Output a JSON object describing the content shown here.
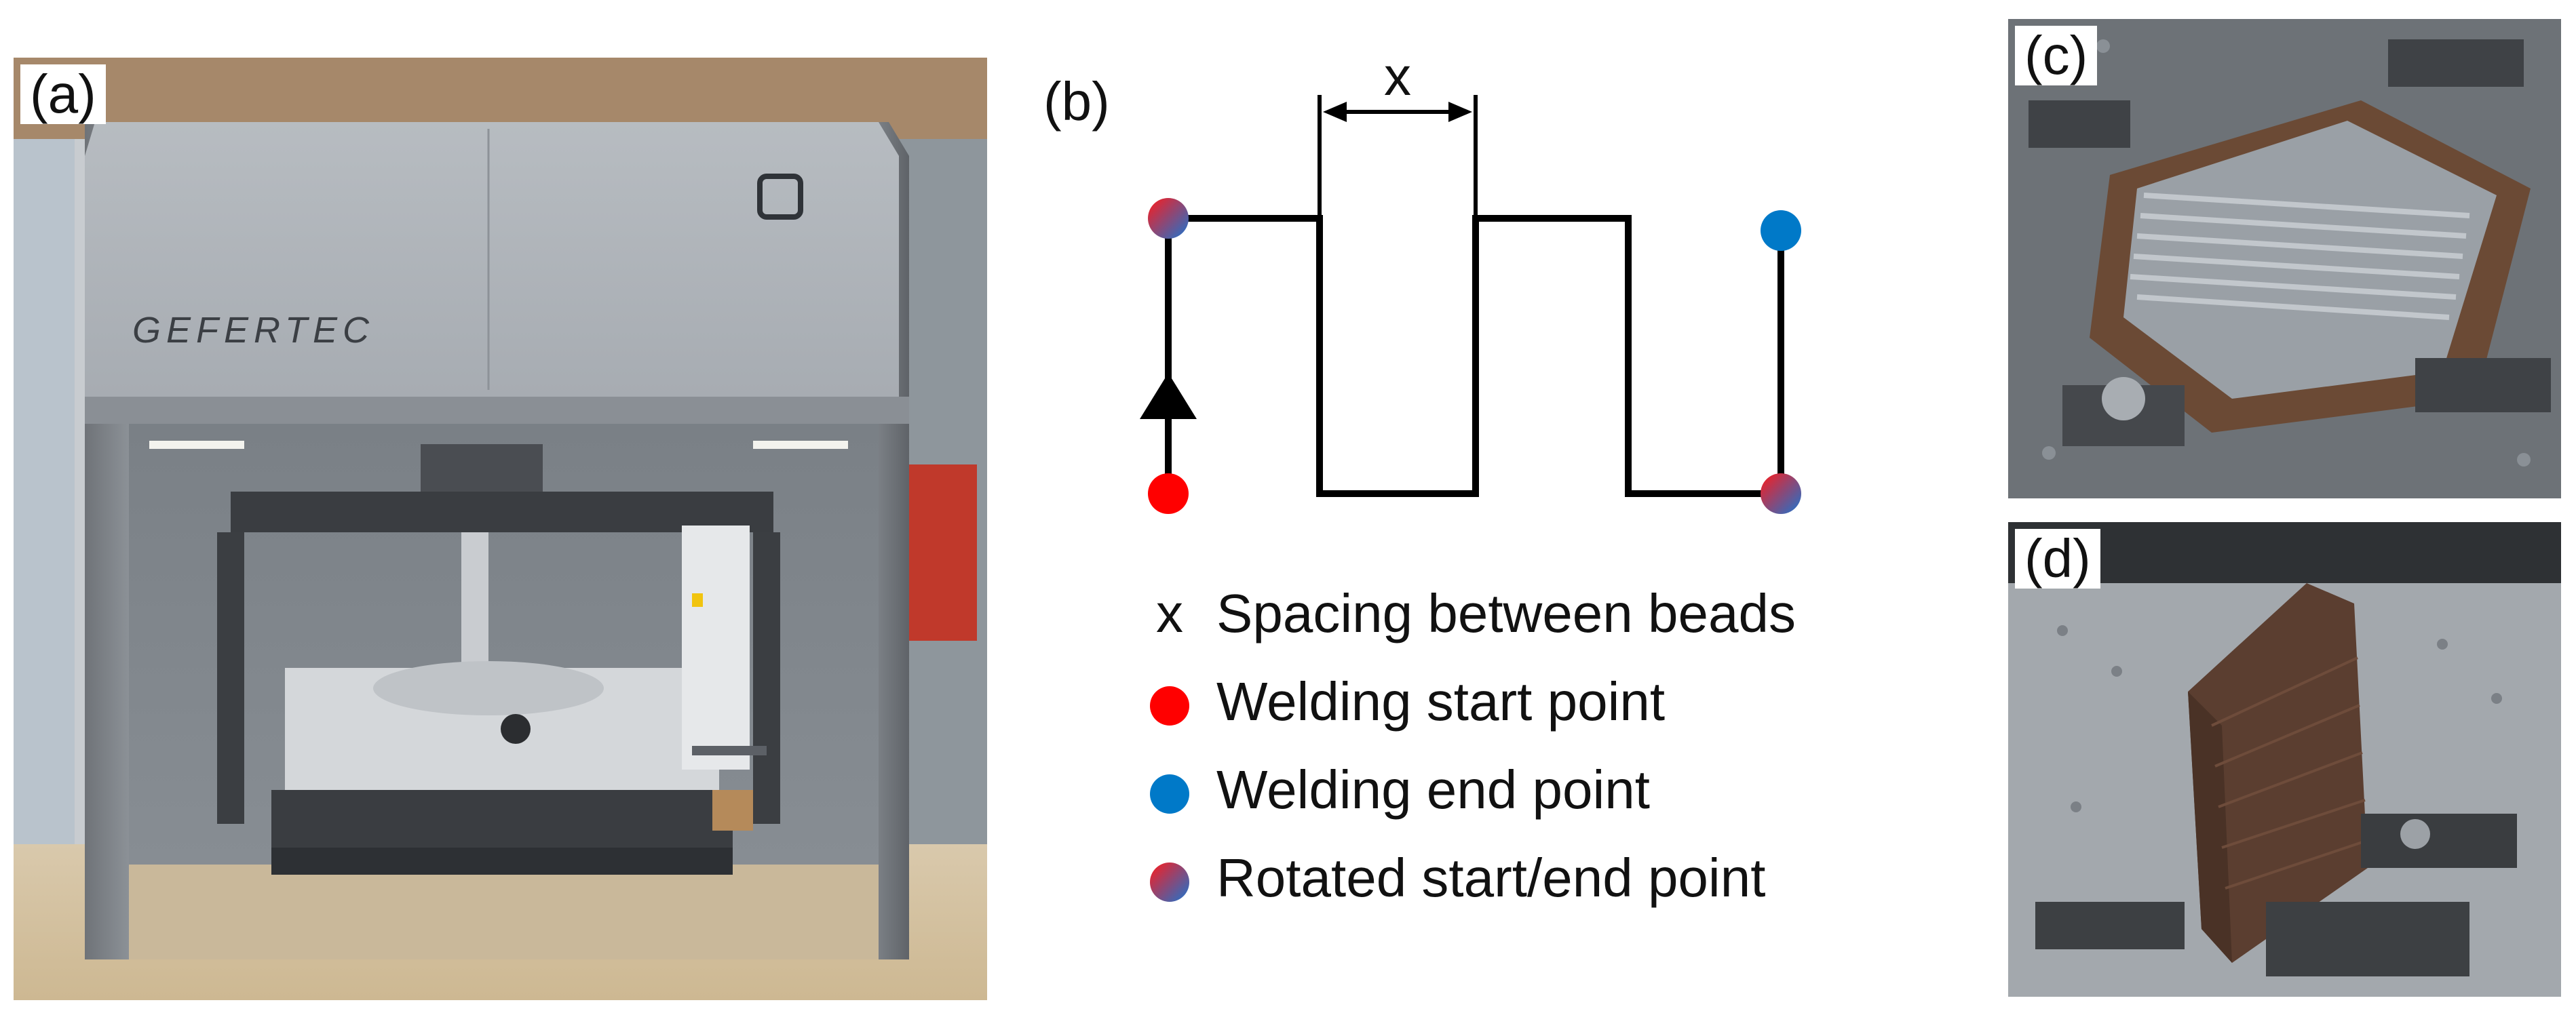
{
  "panels": {
    "a": {
      "label": "(a)",
      "brand_text": "GEFERTEC"
    },
    "b": {
      "label": "(b)",
      "dimension_label": "x",
      "legend": [
        {
          "symbol": "x",
          "text": "Spacing between beads"
        },
        {
          "symbol": "red-dot",
          "text": "Welding start point"
        },
        {
          "symbol": "blue-dot",
          "text": "Welding end point"
        },
        {
          "symbol": "red-blue-dot",
          "text": "Rotated start/end point"
        }
      ]
    },
    "c": {
      "label": "(c)"
    },
    "d": {
      "label": "(d)"
    }
  },
  "colors": {
    "start": "#ff0000",
    "end": "#0079c8",
    "path": "#000000"
  }
}
